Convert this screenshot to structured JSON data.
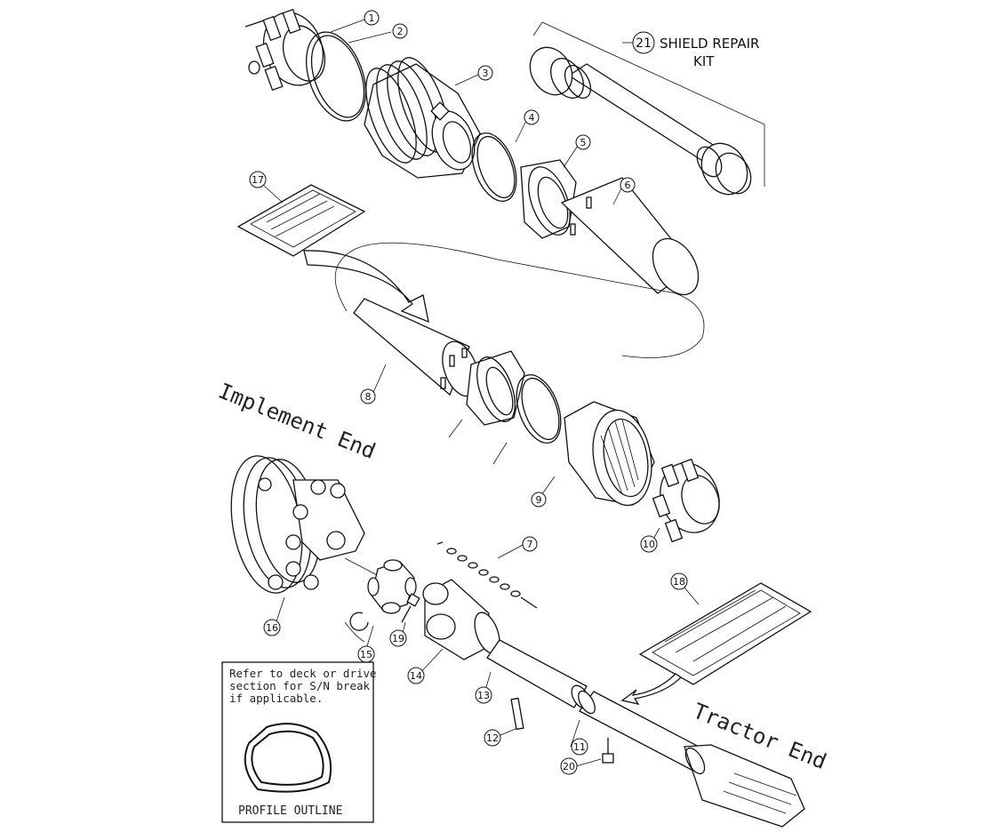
{
  "callouts": [
    "1",
    "2",
    "3",
    "4",
    "5",
    "6",
    "7",
    "8",
    "9",
    "10",
    "11",
    "12",
    "13",
    "14",
    "15",
    "16",
    "17",
    "18",
    "19",
    "20",
    "21"
  ],
  "labels": {
    "shield_repair_kit_line1": "SHIELD REPAIR",
    "shield_repair_kit_line2": "KIT",
    "implement_end": "Implement End",
    "tractor_end": "Tractor End"
  },
  "note_box": {
    "line1": "Refer to deck or drive",
    "line2": "section for S/N break",
    "line3": "if applicable.",
    "caption": "PROFILE OUTLINE"
  },
  "colors": {
    "ink": "#111111",
    "background": "#ffffff"
  }
}
